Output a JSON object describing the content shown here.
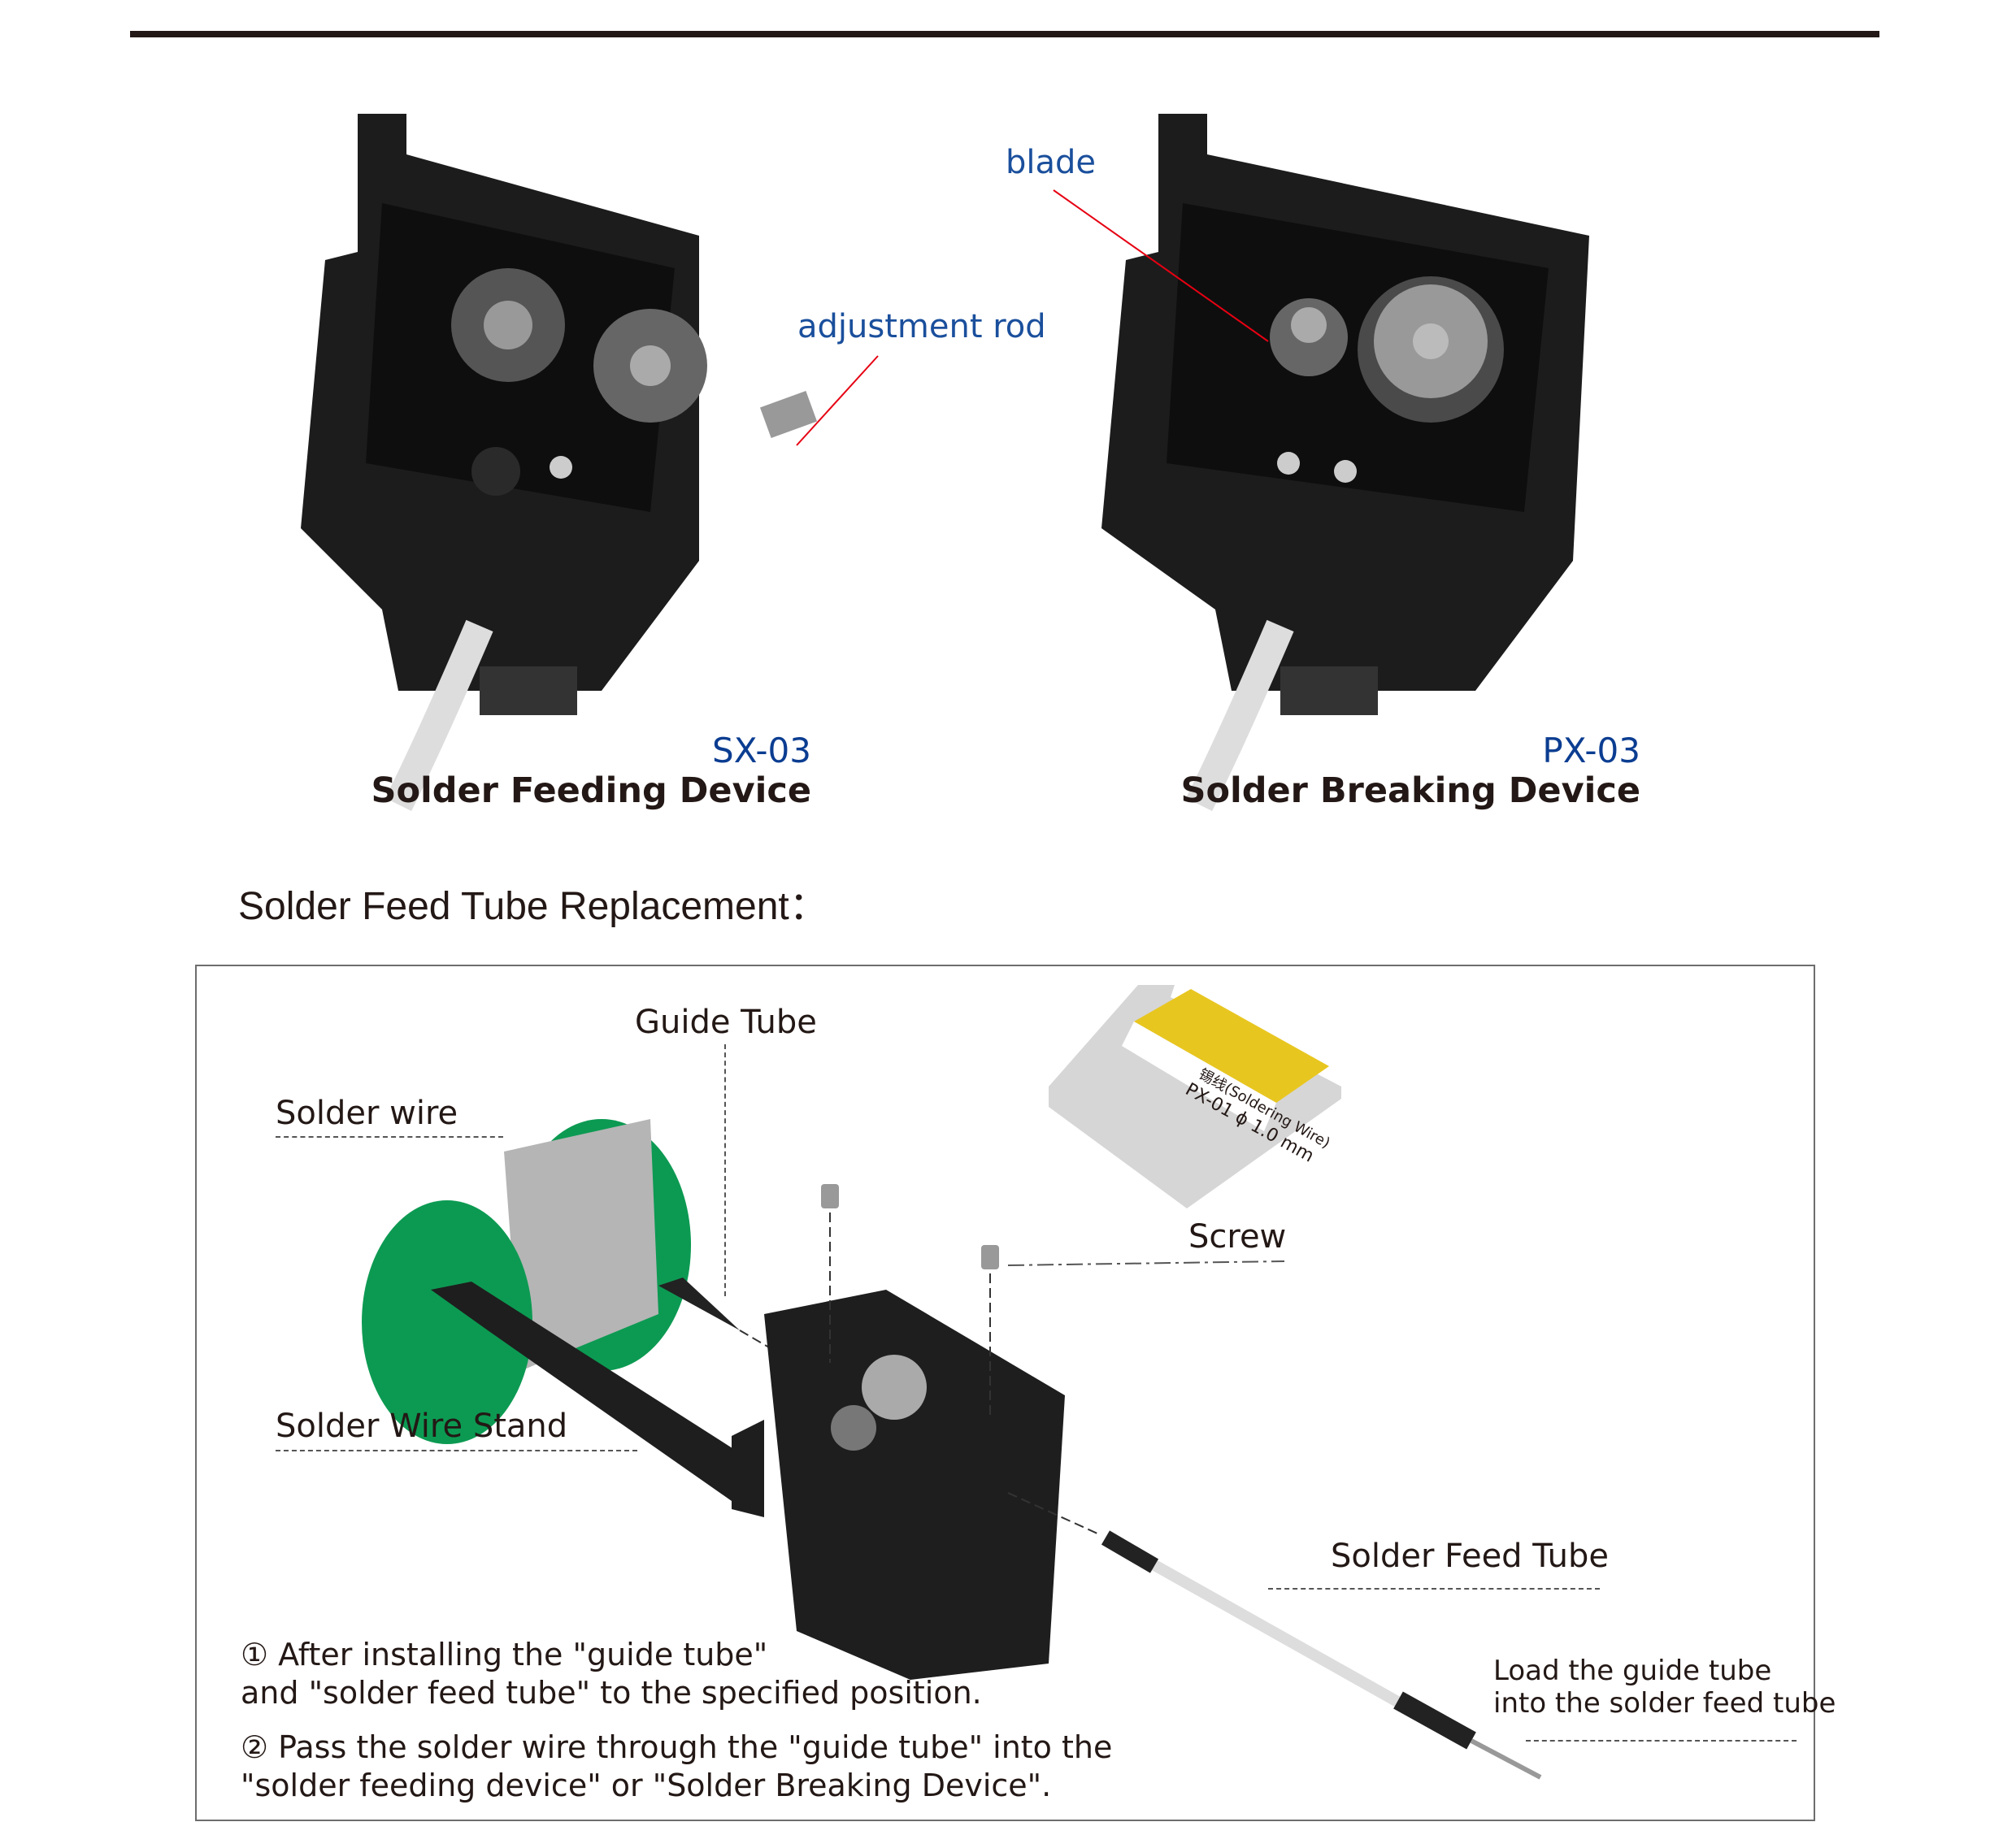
{
  "devices": [
    {
      "model": "SX-03",
      "name": "Solder Feeding Device",
      "callouts": [
        "adjustment rod"
      ]
    },
    {
      "model": "PX-03",
      "name": "Solder Breaking Device",
      "callouts": [
        "blade"
      ]
    }
  ],
  "section": {
    "title": "Solder Feed Tube Replacement："
  },
  "diagram": {
    "labels": {
      "guide_tube": "Guide Tube",
      "solder_wire": "Solder wire",
      "screw": "Screw",
      "stand": "Solder Wire Stand",
      "feed_tube": "Solder Feed Tube",
      "load_note_1": "Load the guide tube",
      "load_note_2": "into the solder feed tube"
    },
    "cover_label": {
      "line1": "锡线(Soldering Wire)",
      "line2": "PX-01 ϕ 1.0 mm"
    },
    "instructions": {
      "step1_line1": "① After installing the \"guide tube\"",
      "step1_line2": "and \"solder feed tube\" to the specified position.",
      "step2_line1": "② Pass the solder wire through the \"guide tube\" into the",
      "step2_line2": "\"solder feeding device\" or \"Solder Breaking Device\"."
    }
  },
  "colors": {
    "accent_blue": "#0b3d91",
    "callout_line": "#e60012",
    "spool_green": "#0c9a52"
  }
}
